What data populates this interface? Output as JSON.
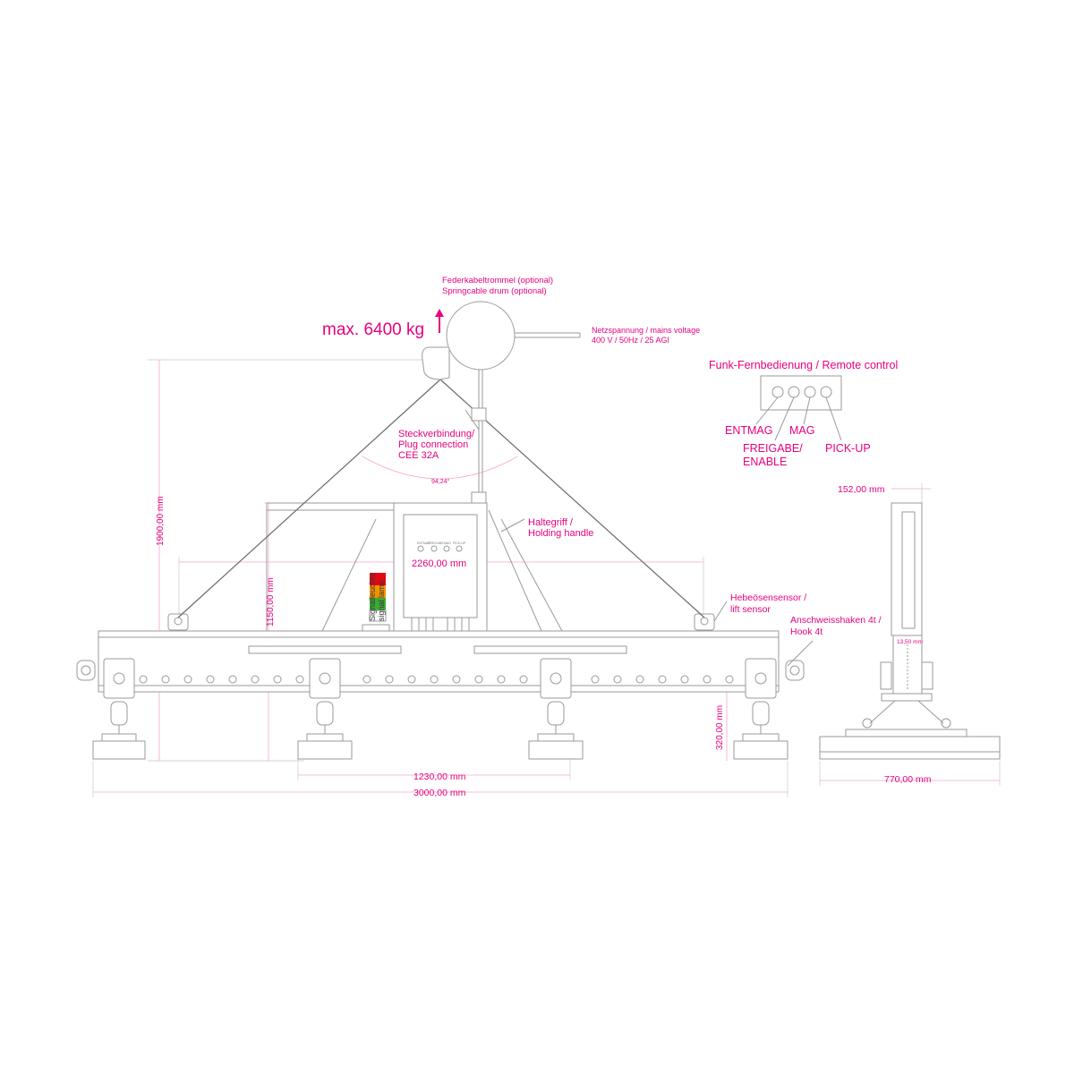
{
  "load": {
    "max_load": "max. 6400 kg"
  },
  "cable_drum": {
    "line1": "Federkabeltrommel (optional)",
    "line2": "Springcable drum (optional)"
  },
  "mains": {
    "line1": "Netzspannung /  mains voltage",
    "line2": "400 V / 50Hz / 25 AGl"
  },
  "remote": {
    "title": "Funk-Fernbedienung / Remote control",
    "buttons": [
      "ENTMAG",
      "MAG",
      "FREIGABE/",
      "ENABLE",
      "PICK-UP"
    ]
  },
  "plug": {
    "line1": "Steckverbindung/",
    "line2": "Plug connection",
    "line3": "CEE 32A"
  },
  "angle": "94,24°",
  "handle": {
    "line1": "Haltegriff /",
    "line2": "Holding handle"
  },
  "lift_sensor": {
    "line1": "Hebeösensensor /",
    "line2": "lift sensor"
  },
  "hook": {
    "line1": "Anschweisshaken 4t /",
    "line2": "Hook 4t"
  },
  "signal_lamp": {
    "line1": "Signalleuchte",
    "line2": "signal lamp",
    "colors": [
      "#e30613",
      "#f39200",
      "#3aaa35"
    ]
  },
  "control_box": {
    "labels": [
      "ENTMAG",
      "FREIGABE",
      "MAG",
      "PICK-UP"
    ]
  },
  "dimensions": {
    "height_total": "1900,00 mm",
    "height_frame": "1150,00 mm",
    "width_2260": "2260,00 mm",
    "width_1230": "1230,00 mm",
    "width_3000": "3000,00 mm",
    "magnet_height": "320,00 mm",
    "side_width": "770,00 mm",
    "side_top": "152,00 mm",
    "side_small": "13,50 mm"
  },
  "colors": {
    "accent": "#e6007e",
    "line": "#9a9a9a",
    "dimension": "#f2a6cf"
  }
}
